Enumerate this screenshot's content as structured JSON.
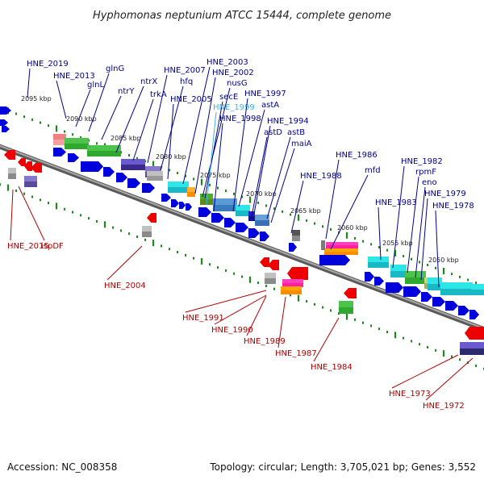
{
  "title": "Hyphomonas neptunium ATCC 15444, complete genome",
  "accession": "Accession: NC_008358",
  "summary": "Topology: circular; Length: 3,705,021 bp; Genes: 3,552",
  "colors": {
    "backbone": "#7a7a7a",
    "tick": "#1a8a1a",
    "forward_gene": "#0000dd",
    "reverse_gene": "#ee0000",
    "forward_label": "#00008b",
    "reverse_label": "#b00000",
    "highlight_label": "#3ab4e8"
  },
  "scale_labels": [
    "2095 kbp",
    "2090 kbp",
    "2085 kbp",
    "2080 kbp",
    "2075 kbp",
    "2070 kbp",
    "2065 kbp",
    "2060 kbp",
    "2055 kbp",
    "2050 kbp"
  ],
  "top_labels": [
    {
      "text": "HNE_2019",
      "style": "forward"
    },
    {
      "text": "HNE_2013",
      "style": "forward"
    },
    {
      "text": "glnL",
      "style": "forward"
    },
    {
      "text": "glnG",
      "style": "forward"
    },
    {
      "text": "ntrY",
      "style": "forward"
    },
    {
      "text": "ntrX",
      "style": "forward"
    },
    {
      "text": "trkA",
      "style": "forward"
    },
    {
      "text": "HNE_2007",
      "style": "forward"
    },
    {
      "text": "hfq",
      "style": "forward"
    },
    {
      "text": "HNE_2005",
      "style": "forward"
    },
    {
      "text": "HNE_2003",
      "style": "forward"
    },
    {
      "text": "HNE_2002",
      "style": "forward"
    },
    {
      "text": "nusG",
      "style": "forward"
    },
    {
      "text": "secE",
      "style": "forward"
    },
    {
      "text": "HNE_1999",
      "style": "highlight"
    },
    {
      "text": "HNE_1998",
      "style": "forward"
    },
    {
      "text": "HNE_1997",
      "style": "forward"
    },
    {
      "text": "astA",
      "style": "forward"
    },
    {
      "text": "HNE_1994",
      "style": "forward"
    },
    {
      "text": "astD",
      "style": "forward"
    },
    {
      "text": "astB",
      "style": "forward"
    },
    {
      "text": "maiA",
      "style": "forward"
    },
    {
      "text": "HNE_1988",
      "style": "forward"
    },
    {
      "text": "HNE_1986",
      "style": "forward"
    },
    {
      "text": "mfd",
      "style": "forward"
    },
    {
      "text": "HNE_1983",
      "style": "forward"
    },
    {
      "text": "HNE_1982",
      "style": "forward"
    },
    {
      "text": "rpmF",
      "style": "forward"
    },
    {
      "text": "eno",
      "style": "forward"
    },
    {
      "text": "HNE_1979",
      "style": "forward"
    },
    {
      "text": "HNE_1978",
      "style": "forward"
    }
  ],
  "bottom_labels": [
    {
      "text": "HNE_2015",
      "style": "reverse"
    },
    {
      "text": "ispDF",
      "style": "reverse"
    },
    {
      "text": "HNE_2004",
      "style": "reverse"
    },
    {
      "text": "HNE_1991",
      "style": "reverse"
    },
    {
      "text": "HNE_1990",
      "style": "reverse"
    },
    {
      "text": "HNE_1989",
      "style": "reverse"
    },
    {
      "text": "HNE_1987",
      "style": "reverse"
    },
    {
      "text": "HNE_1984",
      "style": "reverse"
    },
    {
      "text": "HNE_1973",
      "style": "reverse"
    },
    {
      "text": "HNE_1972",
      "style": "reverse"
    }
  ]
}
